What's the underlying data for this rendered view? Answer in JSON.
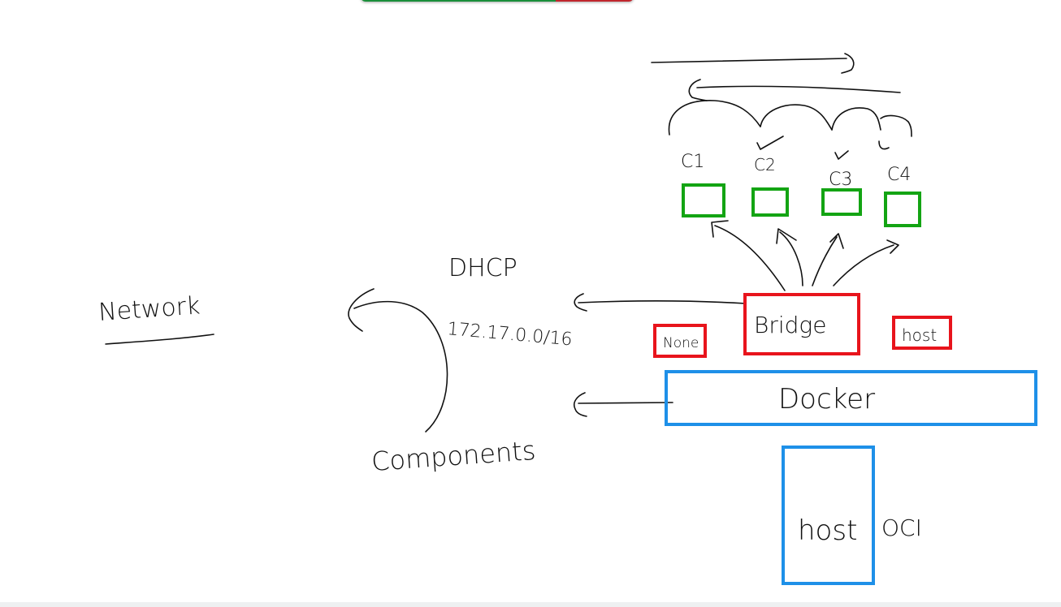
{
  "colors": {
    "ink": "#111111",
    "red": "#e8141c",
    "green": "#13a413",
    "blue": "#1e90e8",
    "toolbar_green": "#1a8f3a",
    "toolbar_red": "#c0262d"
  },
  "labels": {
    "network": "Network",
    "dhcp": "DHCP",
    "subnet": "172.17.0.0/16",
    "components": "Components",
    "bridge": "Bridge",
    "none": "None",
    "host_net": "host",
    "docker": "Docker",
    "host": "host",
    "oci": "OCI",
    "c1": "C1",
    "c2": "C2",
    "c3": "C3",
    "c4": "C4"
  }
}
